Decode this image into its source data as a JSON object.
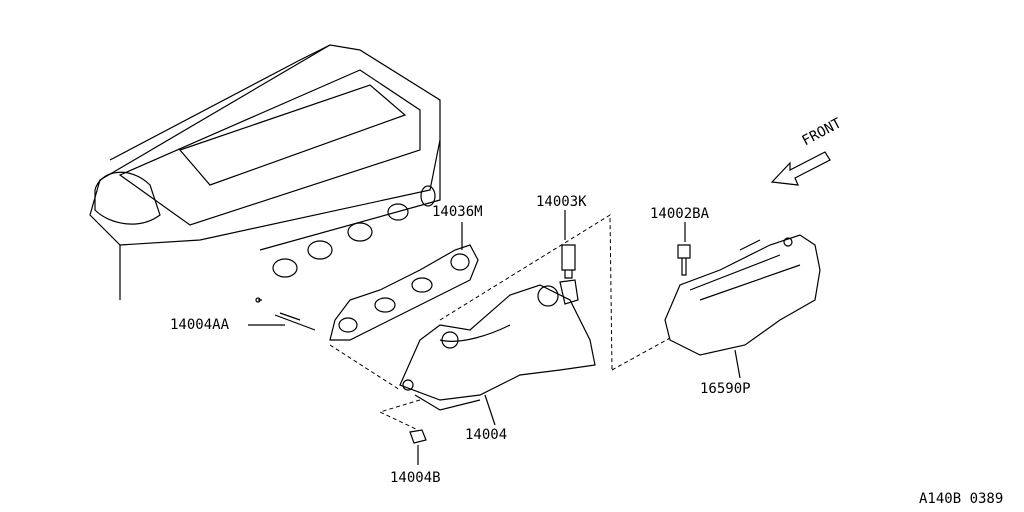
{
  "diagram": {
    "direction_label": "FRONT",
    "parts": [
      {
        "id": "14036M"
      },
      {
        "id": "14003K"
      },
      {
        "id": "14002BA"
      },
      {
        "id": "14004AA"
      },
      {
        "id": "16590P"
      },
      {
        "id": "14004"
      },
      {
        "id": "14004B"
      }
    ],
    "drawing_code": "A140B 0389"
  }
}
